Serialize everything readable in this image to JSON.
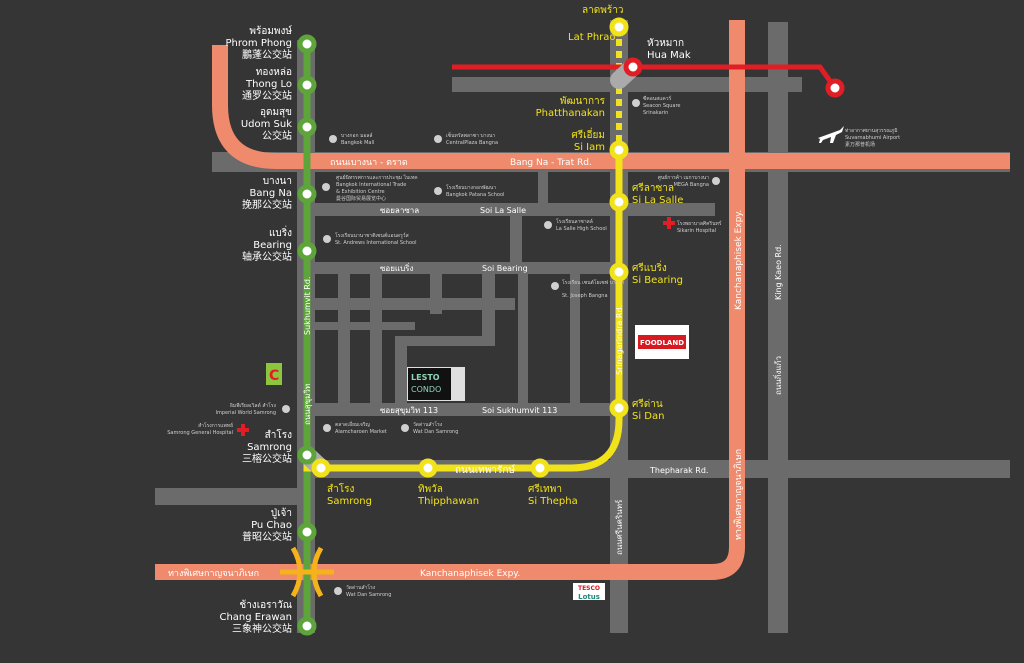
{
  "green_line": {
    "color": "#5da53a",
    "stations": [
      {
        "th": "พร้อมพงษ์",
        "en": "Phrom Phong",
        "zh": "鵬蓬公交站"
      },
      {
        "th": "ทองหล่อ",
        "en": "Thong Lo",
        "zh": "通罗公交站"
      },
      {
        "th": "อุดมสุข",
        "en": "Udom Suk",
        "zh": "公交站"
      },
      {
        "th": "บางนา",
        "en": "Bang Na",
        "zh": "挽那公交站"
      },
      {
        "th": "แบริ่ง",
        "en": "Bearing",
        "zh": "轴承公交站"
      },
      {
        "th": "สำโรง",
        "en": "Samrong",
        "zh": "三榕公交站"
      },
      {
        "th": "ปู่เจ้า",
        "en": "Pu Chao",
        "zh": "普昭公交站"
      },
      {
        "th": "ช้างเอราวัณ",
        "en": "Chang Erawan",
        "zh": "三象神公交站"
      }
    ]
  },
  "yellow_line": {
    "color": "#f2e21a",
    "stations": [
      {
        "th": "ลาดพร้าว",
        "en": "Lat Phrao"
      },
      {
        "th": "พัฒนาการ",
        "en": "Phatthanakan"
      },
      {
        "th": "ศรีเอี่ยม",
        "en": "Si Iam"
      },
      {
        "th": "ศรีลาซาล",
        "en": "Si La Salle"
      },
      {
        "th": "ศรีแบริ่ง",
        "en": "Si Bearing"
      },
      {
        "th": "ศรีด่าน",
        "en": "Si Dan"
      },
      {
        "th": "ศรีเทพา",
        "en": "Si Thepha"
      },
      {
        "th": "ทิพวัล",
        "en": "Thipphawan"
      },
      {
        "th": "สำโรง",
        "en": "Samrong"
      }
    ]
  },
  "red_line": {
    "color": "#e11d25",
    "stations": [
      {
        "th": "หัวหมาก",
        "en": "Hua Mak"
      }
    ]
  },
  "roads": {
    "bangna_th": "ถนนเบางนา - ตราด",
    "bangna_en": "Bang Na - Trat Rd.",
    "lasalle_th": "ซอยลาซาล",
    "lasalle_en": "Soi La Salle",
    "bearing_th": "ซอยแบริ่ง",
    "bearing_en": "Soi Bearing",
    "s113_th": "ซอยสุขุมวิท 113",
    "s113_en": "Soi Sukhumvit 113",
    "thepharak_th": "ถนนเทพารักษ์",
    "thepharak_en": "Thepharak Rd.",
    "kanchana_th": "ทางพิเศษกาญจนาภิเษก",
    "kanchana_en": "Kanchanaphisek Expy.",
    "kanchana_v_th": "ทางพิเศษกาญจนาภิเษก",
    "kanchana_v_en": "Kanchanaphisek Expy.",
    "sukhumvit_en": "Sukhumvit Rd.",
    "sukhumvit_th": "ถนนสุขุมวิท",
    "srinagarindra_en": "Srinagarindra Rd.",
    "srinagarindra_th": "ถนนศรีนครินทร์",
    "kingkaeo_en": "King Kaeo Rd.",
    "kingkaeo_th": "ถนนกิ่งแก้ว"
  },
  "pois": [
    {
      "th": "บางกอก มอลล์",
      "en": "Bangkok Mall"
    },
    {
      "th": "เซ็นทรัลพลาซา บางนา",
      "en": "CentralPlaza Bangna"
    },
    {
      "th": "ศูนย์นิทรรศการและการประชุม ไบเทค",
      "en": "Bangkok International Trade",
      "en2": "& Exhibition Centre",
      "zh": "曼谷国际贸易展览中心"
    },
    {
      "th": "โรงเรียนบางกอกพัฒนา",
      "en": "Bangkok Patana School"
    },
    {
      "th": "โรงเรียนนานาชาติเซนต์แอนดรูว์ส",
      "en": "St. Andrews International School"
    },
    {
      "th": "โรงเรียนลาซาลล์",
      "en": "La Salle High School"
    },
    {
      "th": "โรงเรียน เซนต์โยเซฟ บางนา",
      "en": "St. Joseph Bangna"
    },
    {
      "th": "ซีคอนสแควร์",
      "en": "Seacon Square",
      "en2": "Srinakarin"
    },
    {
      "th": "ศูนย์การค้า เมกาบางนา",
      "en": "MEGA Bangna"
    },
    {
      "th": "โรงพยาบาลศิครินทร์",
      "en": "Sikarin Hospital"
    },
    {
      "th": "ท่าอากาศยานสุวรรณภูมิ",
      "en": "Suvarnabhumi Airport",
      "zh": "素万那普机场"
    },
    {
      "th": "อิมพีเรียลเวิลด์ สำโรง",
      "en": "Imperial World Samrong"
    },
    {
      "th": "สำโรงการแพทย์",
      "en": "Samrong General Hospital"
    },
    {
      "th": "ตลาดเอี่ยมเจริญ",
      "en": "Aiamcharoen Market"
    },
    {
      "th": "วัดด่านสำโรง",
      "en": "Wat Dan Samrong"
    },
    {
      "th": "วัดด่านสำโรง",
      "en": "Wat Dan Samrong"
    }
  ],
  "logos": {
    "lesto_1": "LESTO",
    "lesto_2": "CONDO",
    "foodland": "FOODLAND",
    "tesco_1": "TESCO",
    "tesco_2": "Lotus"
  }
}
